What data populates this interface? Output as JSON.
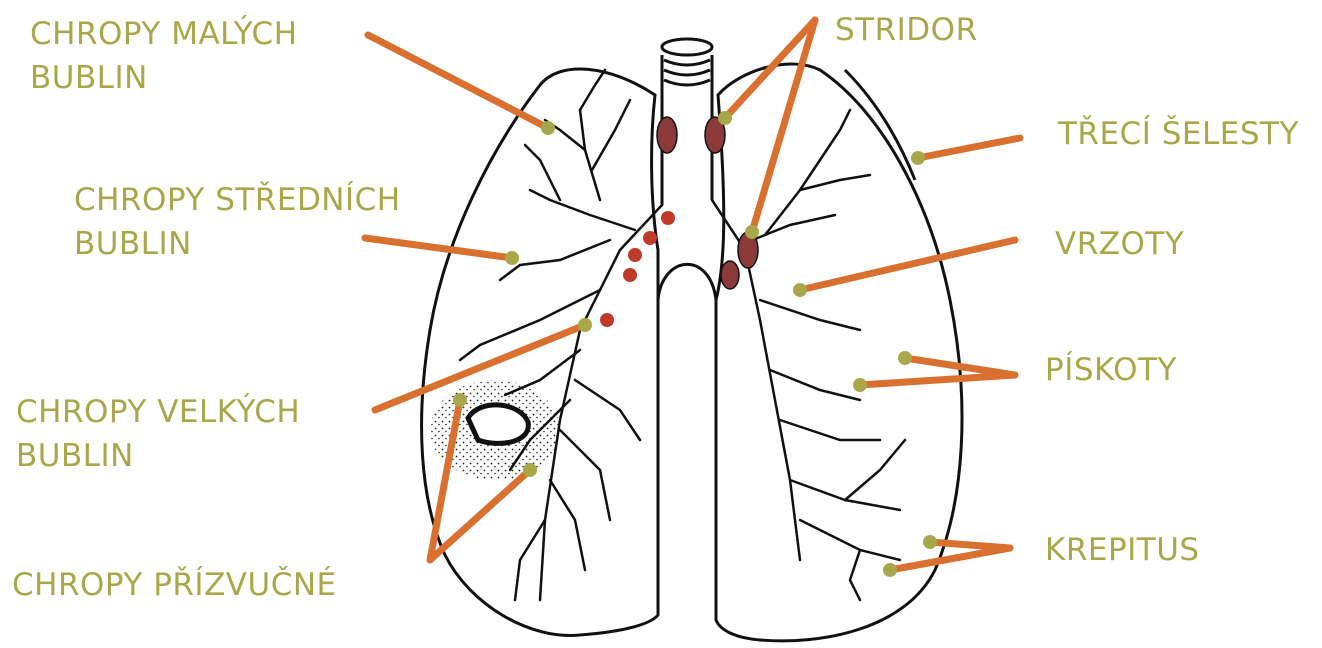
{
  "colors": {
    "label": "#a8a84a",
    "arrow": "#d97030",
    "arrow_head": "#a8a84a",
    "outline": "#111111",
    "spot": "#c0392b",
    "lymph": "#8b3a3a"
  },
  "labels": {
    "fine_crackles": [
      "CHROPY MALÝCH",
      "BUBLIN"
    ],
    "medium_crackles": [
      "CHROPY STŘEDNÍCH",
      "BUBLIN"
    ],
    "coarse_crackles": [
      "CHROPY VELKÝCH",
      "BUBLIN"
    ],
    "consonant_crackles": "CHROPY PŘÍZVUČNÉ",
    "stridor": "STRIDOR",
    "friction_rub": "TŘECÍ ŠELESTY",
    "rhonchi": "VRZOTY",
    "wheezes": "PÍSKOTY",
    "crepitus": "KREPITUS"
  }
}
